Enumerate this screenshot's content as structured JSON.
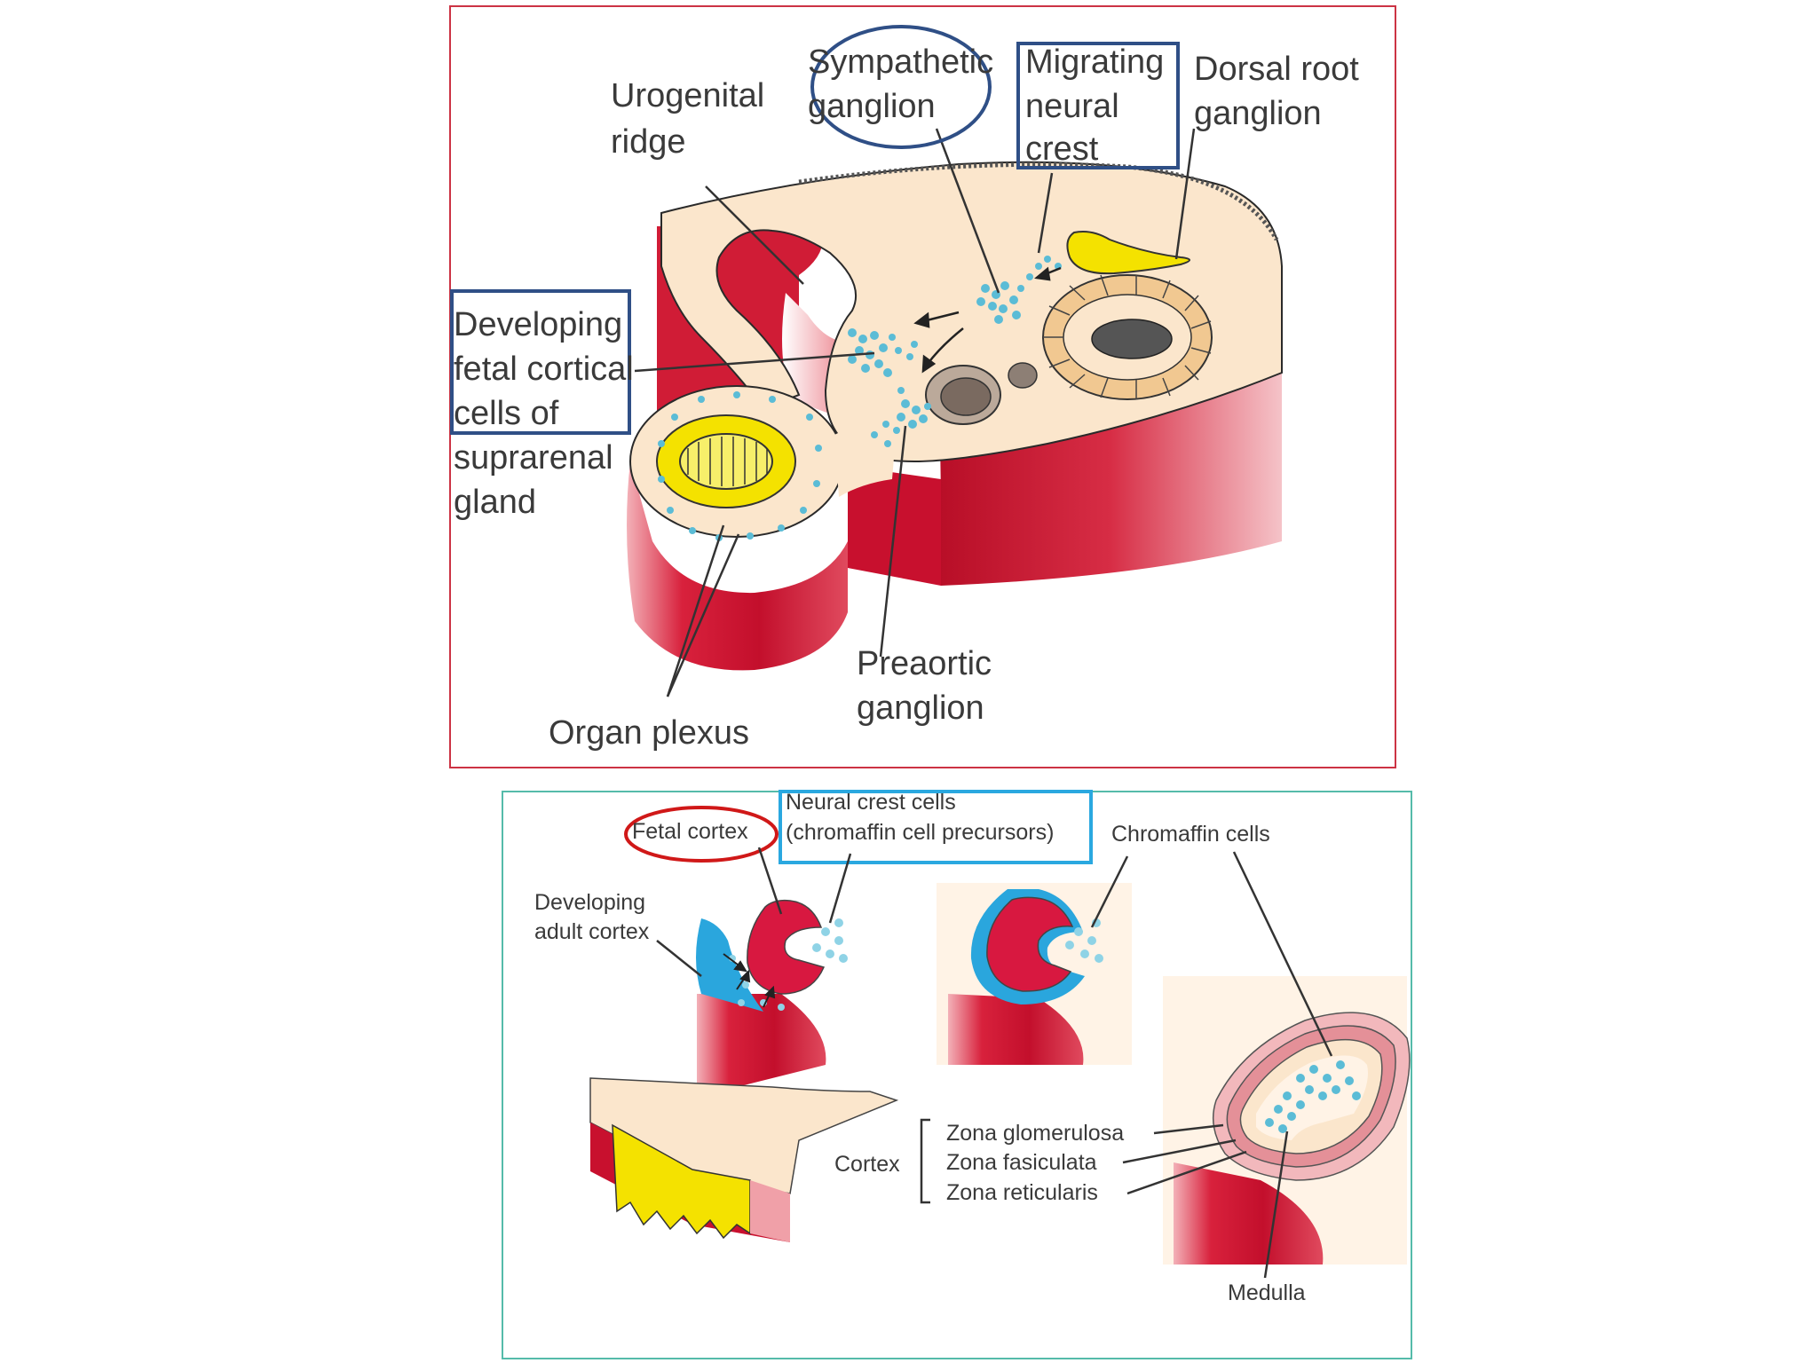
{
  "top_panel": {
    "labels": {
      "urogenital": [
        "Urogenital",
        "ridge"
      ],
      "sympathetic": [
        "Sympathetic",
        "ganglion"
      ],
      "migrating": [
        "Migrating",
        "neural",
        "crest"
      ],
      "dorsal": [
        "Dorsal root",
        "ganglion"
      ],
      "developing": [
        "Developing",
        "fetal cortical",
        "cells of",
        "suprarenal",
        "gland"
      ],
      "preaortic": [
        "Preaortic",
        "ganglion"
      ],
      "organ": [
        "Organ plexus"
      ]
    }
  },
  "bottom_panel": {
    "labels": {
      "neural_crest": [
        "Neural crest cells",
        "(chromaffin cell precursors)"
      ],
      "fetal_cortex": "Fetal cortex",
      "developing_adult": [
        "Developing",
        "adult cortex"
      ],
      "chromaffin": "Chromaffin cells",
      "cortex": "Cortex",
      "zona_glomerulosa": "Zona glomerulosa",
      "zona_fasiculata": "Zona fasiculata",
      "zona_reticularis": "Zona reticularis",
      "medulla": "Medulla"
    }
  },
  "colors": {
    "tissue": "#fbe6cc",
    "wall_red": "#c8102e",
    "wall_pink": "#f0a0a8",
    "ganglion_yellow": "#f4e200",
    "cells_blue": "#5bbcd6",
    "cortex_blue": "#2aa6dd",
    "tube_tan": "#f1c891",
    "top_frame": "#cc3344",
    "bottom_frame": "#55bbaa",
    "mark_blue": "#2f4f86",
    "mark_red": "#d01818",
    "mark_cyan": "#2aa8e0"
  }
}
